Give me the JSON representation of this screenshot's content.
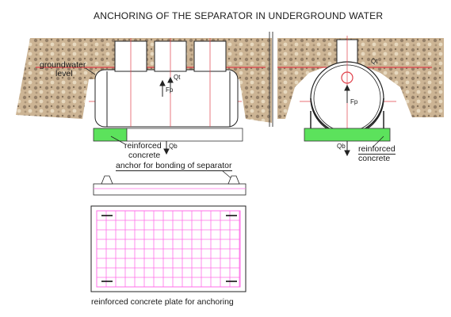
{
  "title": "ANCHORING OF THE SEPARATOR IN  UNDERGROUND WATER",
  "labels": {
    "groundwater_1": "groundwater",
    "groundwater_2": "level",
    "reinforced_left_1": "reinforced",
    "reinforced_left_2": "concrete",
    "reinforced_right_1": "reinforced",
    "reinforced_right_2": "concrete",
    "anchor_caption": "anchor for bonding of separator",
    "plate_caption": "reinforced concrete plate for anchoring"
  },
  "symbols": {
    "qt_left": "Qt",
    "fp_left": "Fp",
    "qb_left": "Qb",
    "fp_right": "Fp",
    "qb_right": "Qb",
    "qt_right": "Qt"
  },
  "colors": {
    "soil": "#c9b08e",
    "soil_dark": "#6e5a44",
    "concrete": "#5ce25c",
    "mesh": "#ff6fe8",
    "water_line": "#e0404a",
    "outline": "#222222"
  },
  "icons": [
    "up-arrow-icon",
    "down-arrow-icon"
  ]
}
